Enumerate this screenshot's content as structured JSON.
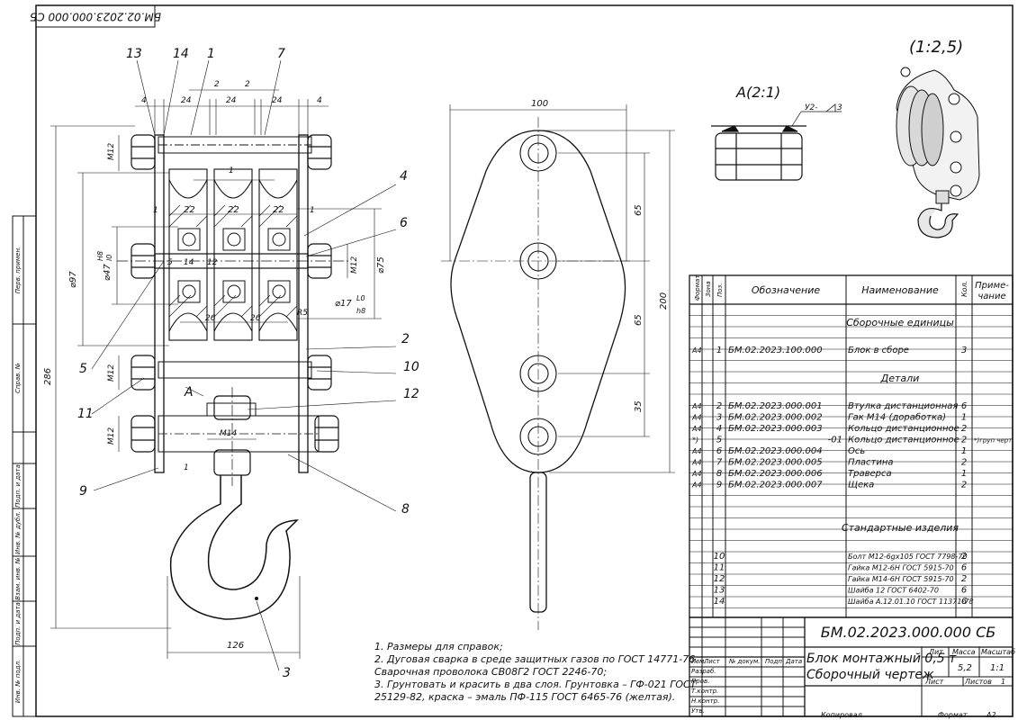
{
  "doc_code_rotated": "БМ.02.2023.000.000 СБ",
  "side_labels": [
    "Перв. примен.",
    "Справ. №",
    "Подп. и дата",
    "Инв. № дубл.",
    "Взам. инв. №",
    "Подп. и дата",
    "Инв. № подл."
  ],
  "front_view": {
    "pos_labels": [
      "13",
      "14",
      "1",
      "7",
      "4",
      "6",
      "5",
      "11",
      "10",
      "12",
      "9",
      "8",
      "2",
      "3"
    ],
    "dims": {
      "top_4a": "4",
      "top_24a": "24",
      "top_24b": "24",
      "top_24c": "24",
      "top_4b": "4",
      "top_2a": "2",
      "top_2b": "2",
      "d1": "1",
      "d1b": "1",
      "d1c": "1",
      "d1d": "1",
      "d22a": "22",
      "d22b": "22",
      "d22c": "22",
      "d5": "5",
      "d14": "14",
      "d12": "12",
      "d26a": "26",
      "d26b": "26",
      "r5": "R5",
      "m12a": "M12",
      "m12b": "M12",
      "m12c": "M12",
      "m12d": "M12",
      "m14": "M14",
      "phi97": "⌀97",
      "phi47": "⌀47",
      "fit47": "H8",
      "fit47b": "l0",
      "phi75": "⌀75",
      "phi17": "⌀17",
      "fit17": "L0",
      "fit17b": "h8",
      "d286": "286",
      "d126": "126",
      "view_a": "A"
    }
  },
  "side_view": {
    "d100": "100",
    "d65a": "65",
    "d65b": "65",
    "d35": "35",
    "d200": "200"
  },
  "detail_a": {
    "title": "A(2:1)",
    "weld": "У2-",
    "weld_leg": "3"
  },
  "iso_view": {
    "scale": "(1:2,5)"
  },
  "notes": [
    "1. Размеры для справок;",
    "2. Дуговая сварка в среде защитных газов по ГОСТ 14771-76.",
    "Сварочная проволока СВ08Г2 ГОСТ 2246-70;",
    "3. Грунтовать и красить в два слоя. Грунтовка – ГФ-021 ГОСТ",
    "25129-82, краска – эмаль ПФ-115 ГОСТ 6465-76 (желтая)."
  ],
  "spec": {
    "headers": {
      "format": "Формат",
      "zone": "Зона",
      "pos": "Поз.",
      "designation": "Обозначение",
      "name": "Наименование",
      "qty": "Кол.",
      "note1": "Приме-",
      "note2": "чание"
    },
    "section_assembly": "Сборочные единицы",
    "section_parts": "Детали",
    "section_standard": "Стандартные изделия",
    "rows_assembly": [
      {
        "format": "А4",
        "pos": "1",
        "designation": "БМ.02.2023.100.000",
        "name": "Блок в сборе",
        "qty": "3",
        "note": ""
      }
    ],
    "rows_parts": [
      {
        "format": "А4",
        "pos": "2",
        "designation": "БМ.02.2023.000.001",
        "name": "Втулка дистанционная",
        "qty": "6",
        "note": ""
      },
      {
        "format": "А4",
        "pos": "3",
        "designation": "БМ.02.2023.000.002",
        "name": "Гак М14 (доработка)",
        "qty": "1",
        "note": ""
      },
      {
        "format": "А4",
        "pos": "4",
        "designation": "БМ.02.2023.000.003",
        "name": "Кольцо дистанционное",
        "qty": "2",
        "note": ""
      },
      {
        "format": "*)",
        "pos": "5",
        "designation": "-01",
        "name": "Кольцо дистанционное",
        "qty": "2",
        "note": "*)груп черт."
      },
      {
        "format": "А4",
        "pos": "6",
        "designation": "БМ.02.2023.000.004",
        "name": "Ось",
        "qty": "1",
        "note": ""
      },
      {
        "format": "А4",
        "pos": "7",
        "designation": "БМ.02.2023.000.005",
        "name": "Пластина",
        "qty": "2",
        "note": ""
      },
      {
        "format": "А4",
        "pos": "8",
        "designation": "БМ.02.2023.000.006",
        "name": "Траверса",
        "qty": "1",
        "note": ""
      },
      {
        "format": "А4",
        "pos": "9",
        "designation": "БМ.02.2023.000.007",
        "name": "Щека",
        "qty": "2",
        "note": ""
      }
    ],
    "rows_standard": [
      {
        "pos": "10",
        "name": "Болт М12-6gx105 ГОСТ 7798-70",
        "qty": "2"
      },
      {
        "pos": "11",
        "name": "Гайка М12-6Н ГОСТ 5915-70",
        "qty": "6"
      },
      {
        "pos": "12",
        "name": "Гайка М14-6Н ГОСТ 5915-70",
        "qty": "2"
      },
      {
        "pos": "13",
        "name": "Шайба 12 ГОСТ 6402-70",
        "qty": "6"
      },
      {
        "pos": "14",
        "name": "Шайба А.12.01.10 ГОСТ 11371-78",
        "qty": "6"
      }
    ]
  },
  "title_block": {
    "doc_code": "БМ.02.2023.000.000 СБ",
    "title1": "Блок монтажный 0,5 т",
    "title2": "Сборочный чертеж",
    "cols": {
      "izm": "Изм.",
      "list": "Лист",
      "ndoc": "№ докум.",
      "podp": "Подп.",
      "data": "Дата"
    },
    "rows": [
      "Разраб.",
      "Пров.",
      "Т.контр.",
      "",
      "Н.контр.",
      "Утв."
    ],
    "lit": "Лит.",
    "mass": "Масса",
    "scale_h": "Масштаб",
    "mass_val": "5,2",
    "scale_val": "1:1",
    "sheet": "Лист",
    "sheets": "Листов",
    "sheets_val": "1",
    "copied": "Копировал",
    "format": "Формат",
    "format_val": "А2"
  }
}
